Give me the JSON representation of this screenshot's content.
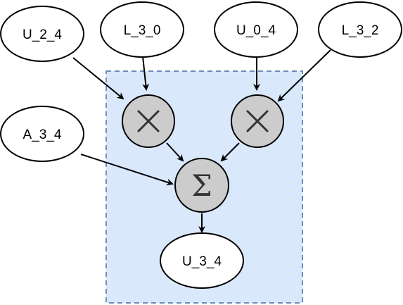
{
  "diagram": {
    "inputs": {
      "u_2_4": "U_2_4",
      "l_3_0": "L_3_0",
      "u_0_4": "U_0_4",
      "l_3_2": "L_3_2",
      "a_3_4": "A_3_4"
    },
    "operators": {
      "multiply_left": "×",
      "multiply_right": "×",
      "sum": "Σ"
    },
    "output": {
      "u_3_4": "U_3_4"
    },
    "colors": {
      "region_fill": "#dae8fc",
      "region_border": "#6c8ebf",
      "operator_fill": "#cccccc",
      "node_stroke": "#000000",
      "node_fill": "#ffffff"
    }
  }
}
